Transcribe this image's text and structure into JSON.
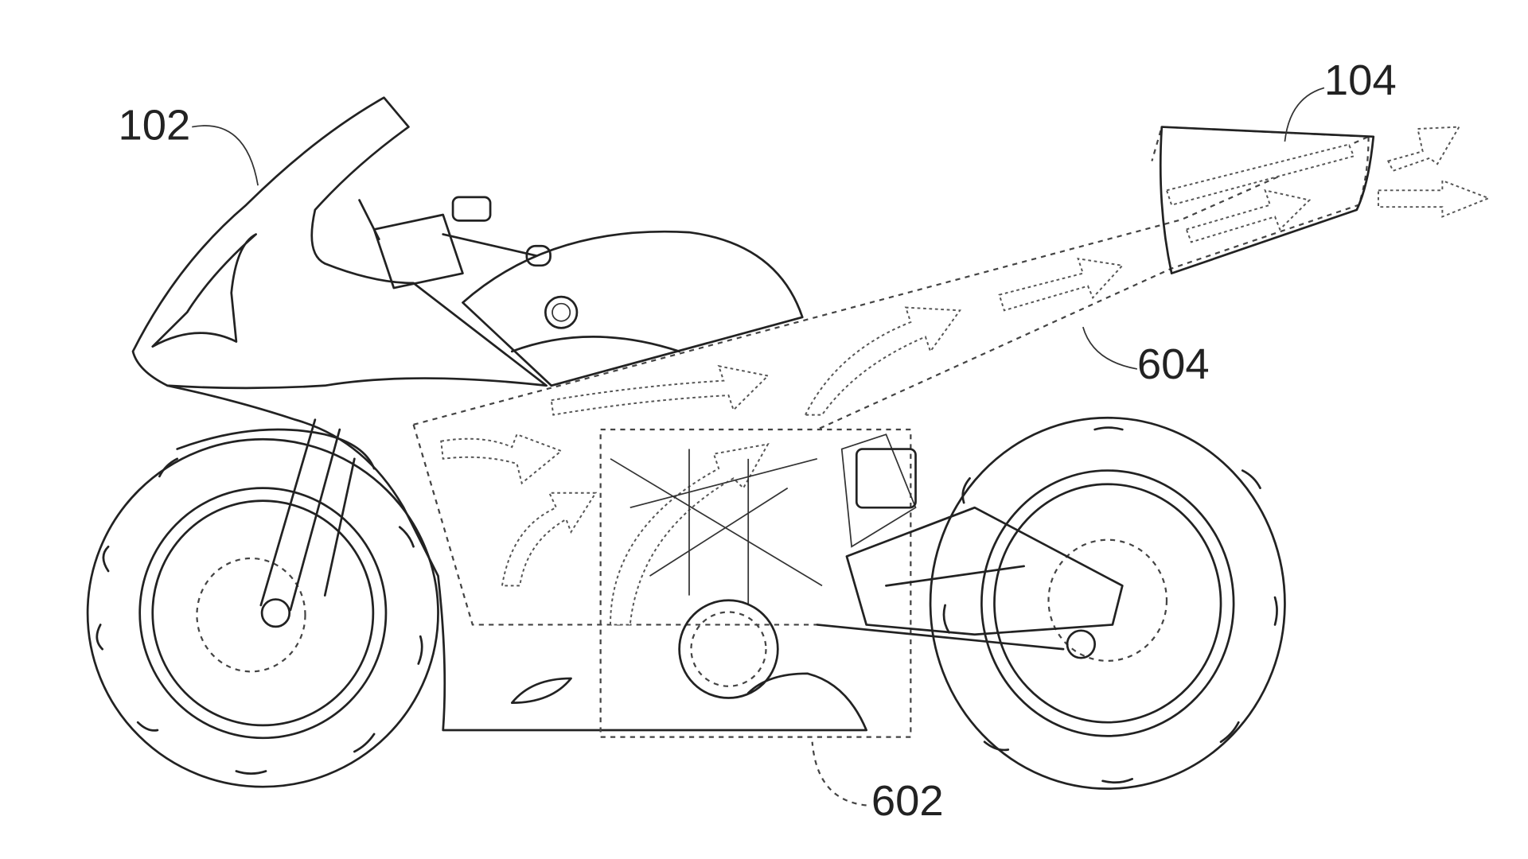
{
  "figure": {
    "labels": {
      "fairing": "102",
      "exhaust_outlet": "104",
      "air_duct": "604",
      "battery_region": "602"
    }
  }
}
